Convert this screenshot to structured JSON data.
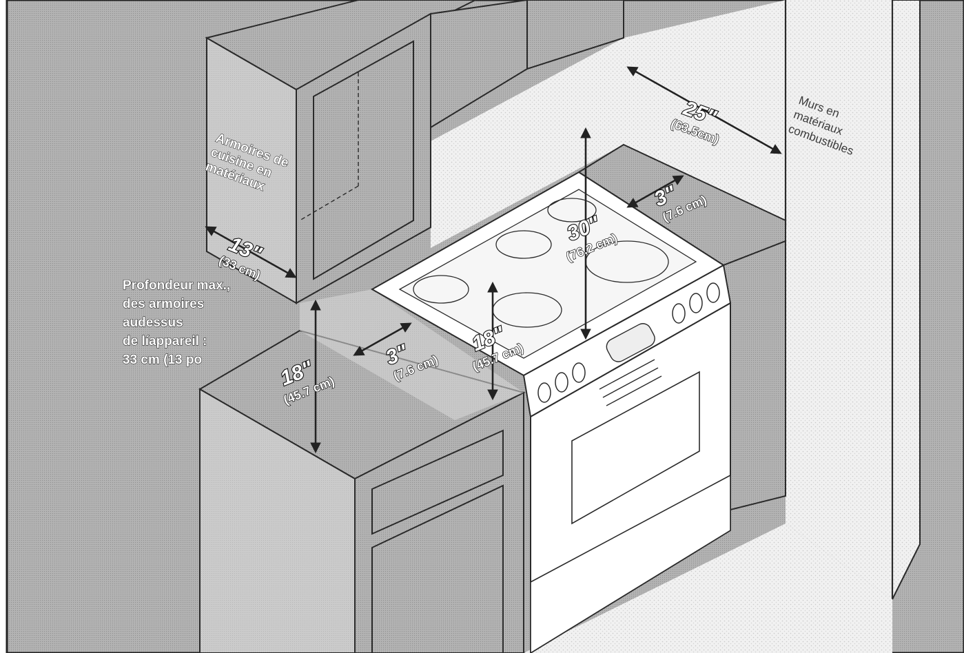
{
  "labels": {
    "armoires": [
      "Armoires de",
      "cuisine en",
      "matériaux"
    ],
    "murs": [
      "Murs en",
      "matériaux",
      "combustibles"
    ],
    "profondeur": [
      "Profondeur max.,",
      "des armoires",
      "audessus",
      "de líappareil :",
      "33 cm (13 po"
    ]
  },
  "dimensions": {
    "d13": {
      "main": "13\"",
      "sub": "(33 cm)"
    },
    "d25": {
      "main": "25\"",
      "sub": "(63.5cm)"
    },
    "d3_right": {
      "main": "3\"",
      "sub": "(7.6 cm)"
    },
    "d30": {
      "main": "30\"",
      "sub": "(76.2 cm)"
    },
    "d18_left": {
      "main": "18\"",
      "sub": "(45.7 cm)"
    },
    "d3_left": {
      "main": "3\"",
      "sub": "(7.6 cm)"
    },
    "d18_center": {
      "main": "18\"",
      "sub": "(45.7 cm)"
    }
  },
  "colors": {
    "dark_gray": "#a9a9a9",
    "mid_gray": "#c4c4c4",
    "light_wall": "#efefef",
    "white": "#ffffff",
    "line": "#2a2a2a"
  }
}
